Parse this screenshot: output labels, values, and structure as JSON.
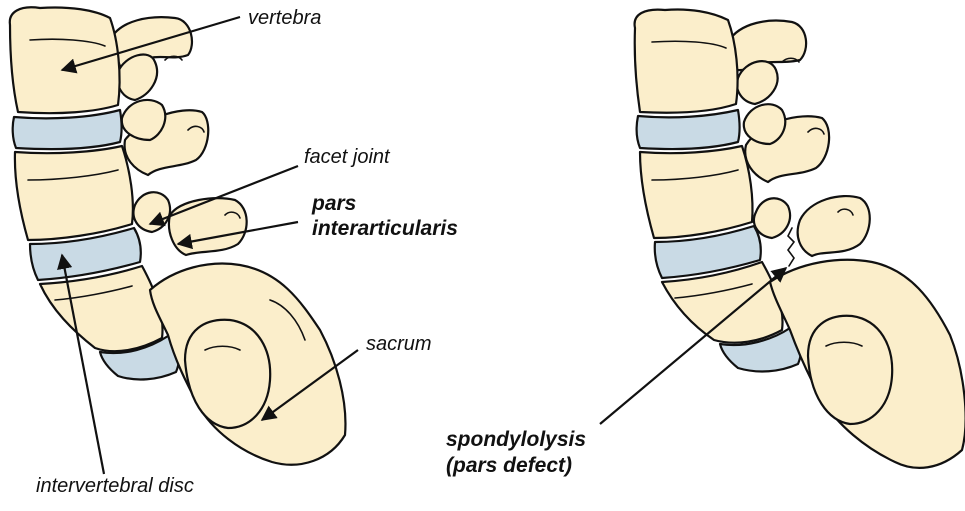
{
  "labels": {
    "vertebra": "vertebra",
    "facet_joint": "facet joint",
    "pars_line1": "pars",
    "pars_line2": "interarticularis",
    "sacrum": "sacrum",
    "intervertebral_disc": "intervertebral disc",
    "spondylolysis_line1": "spondylolysis",
    "spondylolysis_line2": "(pars defect)"
  },
  "colors": {
    "bone": "#fbeecb",
    "disc": "#c9dae5",
    "outline": "#111111"
  }
}
